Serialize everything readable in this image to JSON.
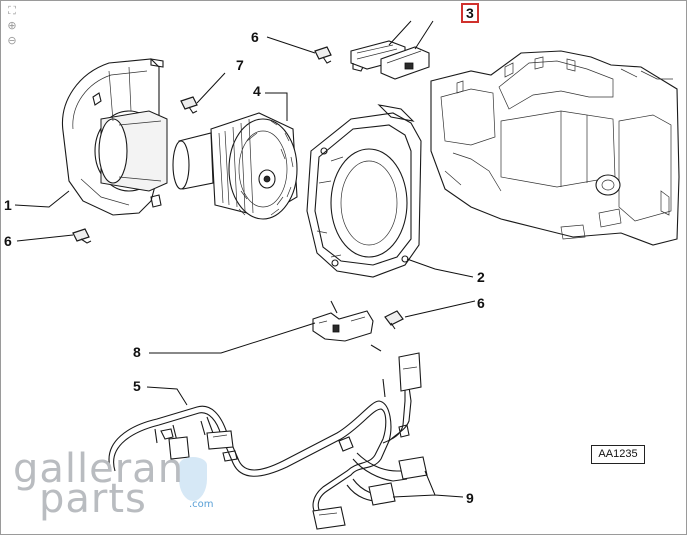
{
  "toolbar": {
    "tools": [
      {
        "name": "fit-view-icon",
        "glyph": "⛶"
      },
      {
        "name": "zoom-in-icon",
        "glyph": "⊕"
      },
      {
        "name": "zoom-out-icon",
        "glyph": "⊖"
      }
    ]
  },
  "callouts": {
    "part_1": "1",
    "part_2": "2",
    "part_3": "3",
    "part_4": "4",
    "part_5": "5",
    "part_6_top": "6",
    "part_6_left": "6",
    "part_6_right": "6",
    "part_7": "7",
    "part_8": "8",
    "part_9": "9"
  },
  "highlighted_part": "3",
  "highlight_color": "#d0312d",
  "reference_code": "AA1235",
  "watermark": {
    "line1": "galleran",
    "line2": "parts",
    "suffix": ".com"
  }
}
